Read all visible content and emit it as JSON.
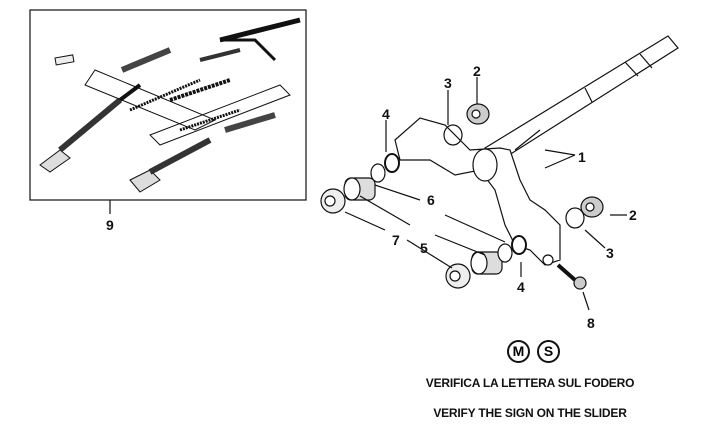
{
  "callouts": {
    "l1": "1",
    "l2a": "2",
    "l2b": "2",
    "l3a": "3",
    "l3b": "3",
    "l4a": "4",
    "l4b": "4",
    "l5": "5",
    "l6": "6",
    "l7": "7",
    "l8": "8",
    "l9": "9"
  },
  "symbols": {
    "m": "M",
    "s": "S"
  },
  "notes": {
    "italian": "VERIFICA LA LETTERA SUL FODERO",
    "english": "VERIFY THE SIGN ON THE SLIDER"
  },
  "colors": {
    "ink": "#111111",
    "background": "#ffffff"
  }
}
